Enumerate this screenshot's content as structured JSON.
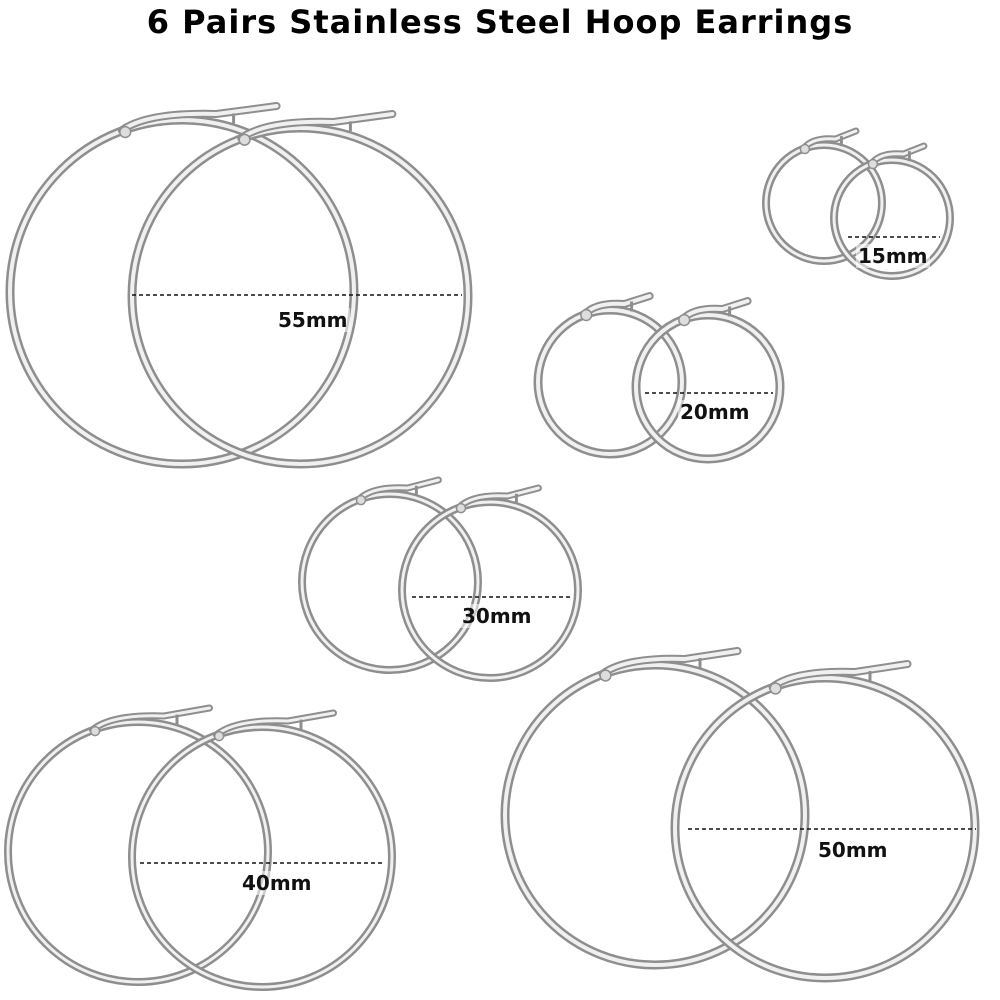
{
  "title": "6 Pairs Stainless Steel Hoop Earrings",
  "pairs": [
    {
      "size_label": "55mm"
    },
    {
      "size_label": "15mm"
    },
    {
      "size_label": "20mm"
    },
    {
      "size_label": "30mm"
    },
    {
      "size_label": "40mm"
    },
    {
      "size_label": "50mm"
    }
  ],
  "colors": {
    "steel_dark": "#8e8e8e",
    "steel_light": "#f0f0f0",
    "text": "#111111"
  }
}
